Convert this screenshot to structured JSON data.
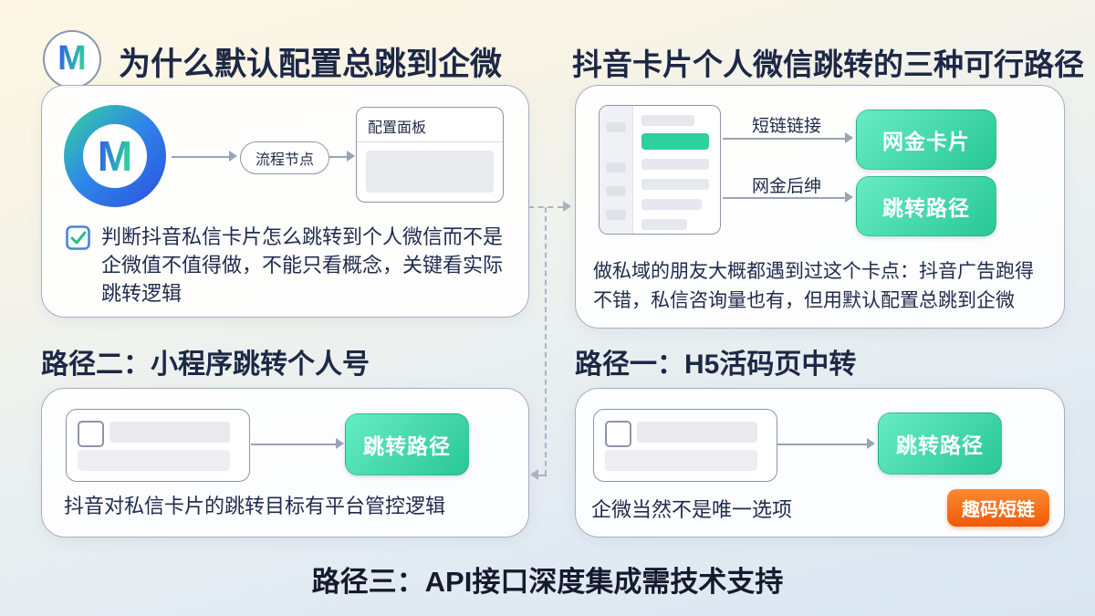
{
  "brand": {
    "letter": "M"
  },
  "titles": {
    "left": "为什么默认配置总跳到企微",
    "right": "抖音卡片个人微信跳转的三种可行路径",
    "path2_heading": "路径二：小程序跳转个人号",
    "path1_heading": "路径一：H5活码页中转",
    "path3_heading": "路径三：API接口深度集成需技术支持"
  },
  "why_card": {
    "flow_node_label": "流程节点",
    "panel_title": "配置面板",
    "checklist_text": "判断抖音私信卡片怎么跳转到个人微信而不是企微值不值得做，不能只看概念，关键看实际跳转逻辑"
  },
  "paths_card": {
    "arrow1_label": "短链链接",
    "arrow2_label": "网金后绅",
    "button1_label": "网金卡片",
    "button2_label": "跳转路径",
    "body_text": "做私域的朋友大概都遇到过这个卡点：抖音广告跑得不错，私信咨询量也有，但用默认配置总跳到企微"
  },
  "path2_card": {
    "button_label": "跳转路径",
    "body_text": "抖音对私信卡片的跳转目标有平台管控逻辑"
  },
  "path1_card": {
    "button_label": "跳转路径",
    "body_text": "企微当然不是唯一选项",
    "badge_label": "趣码短链"
  },
  "colors": {
    "background_top": "#fdf7e4",
    "background_bottom": "#dae6f1",
    "title_text": "#1d2847",
    "body_text": "#212c4e",
    "card_border": "#a6aec2",
    "accent_green": "#2dd09e",
    "green_button_from": "#67ecc3",
    "green_button_to": "#29c795",
    "badge_orange": "#ef5a08",
    "logo_blue": "#2b4fe0",
    "logo_green": "#34d69b"
  }
}
